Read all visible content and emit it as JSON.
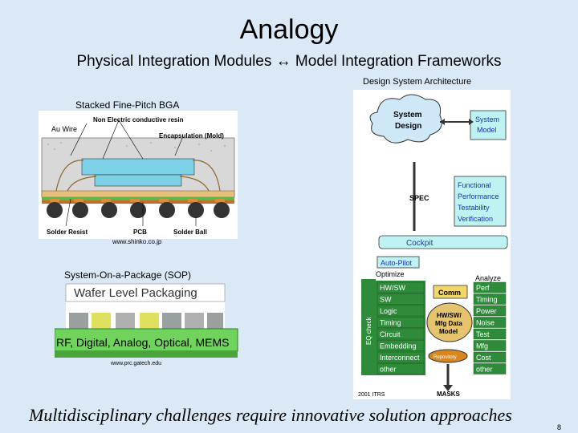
{
  "slide": {
    "title": "Analogy",
    "subtitle": "Physical Integration Modules ↔ Model Integration Frameworks",
    "footer": "Multidisciplinary challenges require innovative solution approaches",
    "page_number": "8"
  },
  "bga": {
    "label": "Stacked Fine-Pitch BGA",
    "credit": "www.shinko.co.jp",
    "callouts": {
      "wire": "Au Wire",
      "resin": "Non Electric conductive resin",
      "mold": "Encapsulation (Mold)",
      "resist": "Solder Resist",
      "pcb": "PCB",
      "ball": "Solder Ball"
    }
  },
  "sop": {
    "label": "System-On-a-Package (SOP)",
    "wafer": "Wafer Level Packaging",
    "rf": "RF, Digital, Analog, Optical, MEMS",
    "credit": "www.prc.gatech.edu"
  },
  "dsa": {
    "label": "Design System Architecture",
    "cloud": "System\nDesign",
    "system_model": "System\nModel",
    "functional": [
      "Functional",
      "Performance",
      "Testability",
      "Verification"
    ],
    "spec": "SPEC",
    "cockpit": "Cockpit",
    "autopilot": "Auto-Pilot",
    "optimize": "Optimize",
    "analyze": "Analyze",
    "left_items": [
      "HW/SW",
      "SW",
      "Logic",
      "Timing",
      "Circuit",
      "Embedding",
      "Interconnect",
      "other"
    ],
    "right_items": [
      "Perf",
      "Timing",
      "Power",
      "Noise",
      "Test",
      "Mfg",
      "Cost",
      "other"
    ],
    "eq_check": "EQ check",
    "comm": "Comm",
    "center": "HW/SW/\nMfg Data\nModel",
    "reposit": "Repository",
    "itrs": "2001 ITRS",
    "masks": "MASKS"
  },
  "colors": {
    "background": "#dbe9f6",
    "green": "#2e8b3a",
    "light_green": "#8fd37a",
    "cyan_box": "#bff2f2",
    "cloud": "#cfe8f8",
    "blue_text": "#1a35b8"
  }
}
